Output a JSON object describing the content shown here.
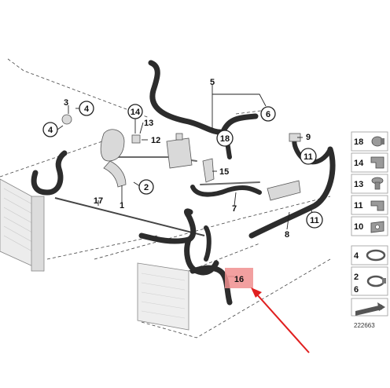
{
  "callouts": {
    "c1": "1",
    "c2": "2",
    "c3": "3",
    "c4a": "4",
    "c4b": "4",
    "c5": "5",
    "c6": "6",
    "c7": "7",
    "c8": "8",
    "c9": "9",
    "c11a": "11",
    "c11b": "11",
    "c12": "12",
    "c13": "13",
    "c14": "14",
    "c15": "15",
    "c16": "16",
    "c17": "17",
    "c18": "18"
  },
  "legend": [
    {
      "label": "18",
      "icon": "clamp-18-icon"
    },
    {
      "label": "14",
      "icon": "clip-14-icon"
    },
    {
      "label": "13",
      "icon": "rivet-13-icon"
    },
    {
      "label": "11",
      "icon": "clamp-11-icon"
    },
    {
      "label": "10",
      "icon": "bracket-10-icon"
    },
    {
      "label": "4",
      "icon": "hose-clamp-4-icon"
    },
    {
      "label": "2",
      "label2": "6",
      "icon": "spring-clamp-2-6-icon"
    },
    {
      "label": "",
      "icon": "arrow-strip-icon"
    }
  ],
  "diagram_number": "222663",
  "colors": {
    "highlight": "#f08f8f",
    "arrow": "#e01f1f",
    "hose": "#2c2c2c"
  }
}
